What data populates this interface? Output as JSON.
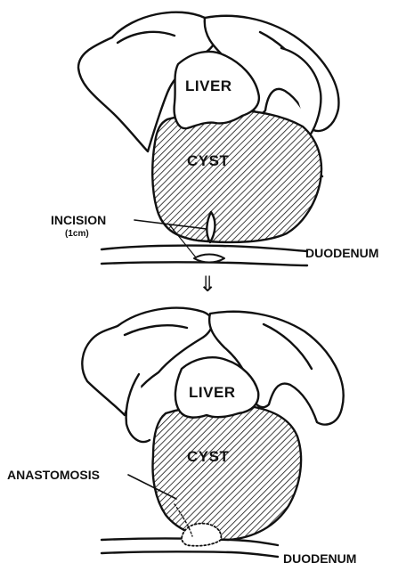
{
  "top_panel": {
    "liver_label": "LIVER",
    "cyst_label": "CYST",
    "incision_label": "INCISION",
    "incision_size": "(1cm)",
    "duodenum_label": "DUODENUM"
  },
  "transition": {
    "arrow_glyph": "⇓"
  },
  "bottom_panel": {
    "liver_label": "LIVER",
    "cyst_label": "CYST",
    "anastomosis_label": "ANASTOMOSIS",
    "duodenum_label": "DUODENUM"
  }
}
